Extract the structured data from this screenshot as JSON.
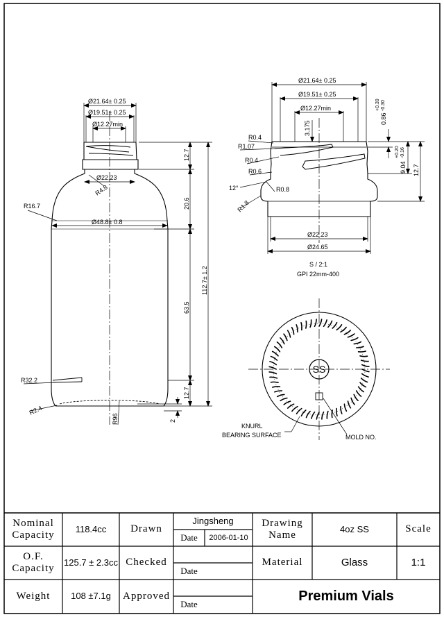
{
  "side_view": {
    "dims": {
      "d_outer_top": "Ø21.64± 0.25",
      "d_inner_top": "Ø19.51± 0.25",
      "d_min_top": "Ø12.27min",
      "finish_h": "12.7",
      "d_neck": "Ø22.23",
      "r_neck": "R4.8",
      "shoulder_h": "20.6",
      "r_shoulder": "R16.7",
      "d_body": "Ø48.8± 0.8",
      "total_h": "112.7± 1.2",
      "body_h": "63.5",
      "r_heel": "R32.2",
      "base_h": "12.7",
      "r_base": "R2.4",
      "r_bottom": "R96",
      "push_up": "2"
    }
  },
  "finish_view": {
    "dims": {
      "d_outer": "Ø21.64± 0.25",
      "d_inner": "Ø19.51± 0.25",
      "d_min": "Ø12.27min",
      "thread_h": "3.175",
      "r04a": "R0.4",
      "r107": "R1.07",
      "r04b": "R0.4",
      "r06": "R0.6",
      "angle": "12°",
      "r08": "R0.8",
      "r18": "R1.8",
      "top_tol_main": "0.86",
      "top_tol_up": "+0.39",
      "top_tol_low": "-0.30",
      "thread_main": "9.04",
      "thread_up": "+0.20",
      "thread_low": "-0.16",
      "finish_h": "12.7",
      "d_bead": "Ø22.23",
      "d_base": "Ø24.65"
    },
    "scale_note": "S / 2:1",
    "finish_note": "GPI 22mm-400"
  },
  "bottom_view": {
    "mark": "SS",
    "knurl_line1": "KNURL",
    "knurl_line2": "BEARING SURFACE",
    "mold_label": "MOLD NO."
  },
  "title_block": {
    "nominal_capacity_label": "Nominal Capacity",
    "nominal_capacity_value": "118.4cc",
    "of_capacity_label": "O.F. Capacity",
    "of_capacity_value": "125.7 ± 2.3cc",
    "weight_label": "Weight",
    "weight_value": "108 ±7.1g",
    "drawn_label": "Drawn",
    "checked_label": "Checked",
    "approved_label": "Approved",
    "drawn_by": "Jingsheng",
    "date_label": "Date",
    "drawn_date": "2006-01-10",
    "drawing_name_label": "Drawing Name",
    "drawing_name_value": "4oz SS",
    "material_label": "Material",
    "material_value": "Glass",
    "scale_label": "Scale",
    "scale_value": "1:1",
    "company": "Premium Vials"
  }
}
